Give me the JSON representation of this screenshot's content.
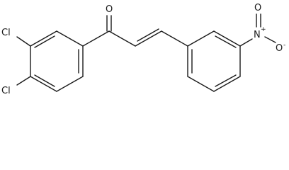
{
  "molecule": {
    "atoms": {
      "oxygen_carbonyl": "O",
      "chlorine_top": "Cl",
      "chlorine_bottom": "Cl",
      "nitro_nitrogen": "N",
      "nitro_nitrogen_charge": "+",
      "nitro_oxygen": "O",
      "nitro_oxygen_charge": "-"
    }
  }
}
